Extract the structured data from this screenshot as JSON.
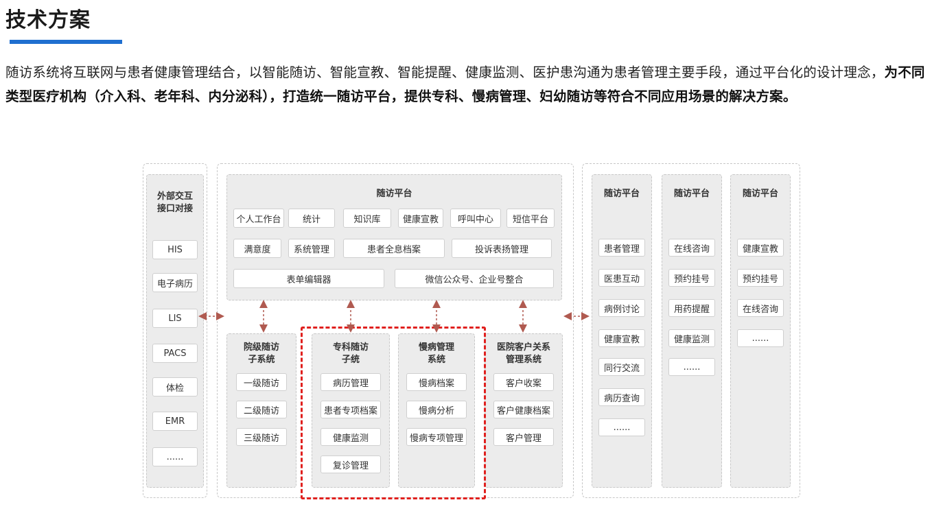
{
  "title": "技术方案",
  "paragraph": {
    "normal_1": "随访系统将互联网与患者健康管理结合，以智能随访、智能宣教、智能提醒、健康监测、医护患沟通为患者管理主要手段，通过平台化的设计理念，",
    "bold": "为不同类型医疗机构（介入科、老年科、内分泌科），打造统一随访平台，提供专科、慢病管理、妇幼随访等符合不同应用场景的解决方案。"
  },
  "left_panel": {
    "header": [
      "外部交互",
      "接口对接"
    ],
    "items": [
      "HIS",
      "电子病历",
      "LIS",
      "PACS",
      "体检",
      "EMR",
      "......"
    ]
  },
  "platform": {
    "header": "随访平台",
    "row1": [
      "个人工作台",
      "统计",
      "知识库",
      "健康宣教",
      "呼叫中心",
      "短信平台"
    ],
    "row2": [
      "满意度",
      "系统管理",
      "患者全息档案",
      "投诉表扬管理"
    ],
    "row3": [
      "表单编辑器",
      "微信公众号、企业号整合"
    ]
  },
  "subsystems": [
    {
      "header": [
        "院级随访",
        "子系统"
      ],
      "items": [
        "一级随访",
        "二级随访",
        "三级随访"
      ]
    },
    {
      "header": [
        "专科随访",
        "子统"
      ],
      "items": [
        "病历管理",
        "患者专项档案",
        "健康监测",
        "复诊管理"
      ]
    },
    {
      "header": [
        "慢病管理",
        "系统"
      ],
      "items": [
        "慢病档案",
        "慢病分析",
        "慢病专项管理"
      ]
    },
    {
      "header": [
        "医院客户关系",
        "管理系统"
      ],
      "items": [
        "客户收案",
        "客户健康档案",
        "客户管理"
      ]
    }
  ],
  "right_panels": [
    {
      "header": "随访平台",
      "items": [
        "患者管理",
        "医患互动",
        "病例讨论",
        "健康宣教",
        "同行交流",
        "病历查询",
        "......"
      ]
    },
    {
      "header": "随访平台",
      "items": [
        "在线咨询",
        "预约挂号",
        "用药提醒",
        "健康监测",
        "......"
      ]
    },
    {
      "header": "随访平台",
      "items": [
        "健康宣教",
        "预约挂号",
        "在线咨询",
        "......"
      ]
    }
  ],
  "colors": {
    "accent": "#1f6fd0",
    "arrow": "#b05a50",
    "highlight": "#e0201e"
  }
}
